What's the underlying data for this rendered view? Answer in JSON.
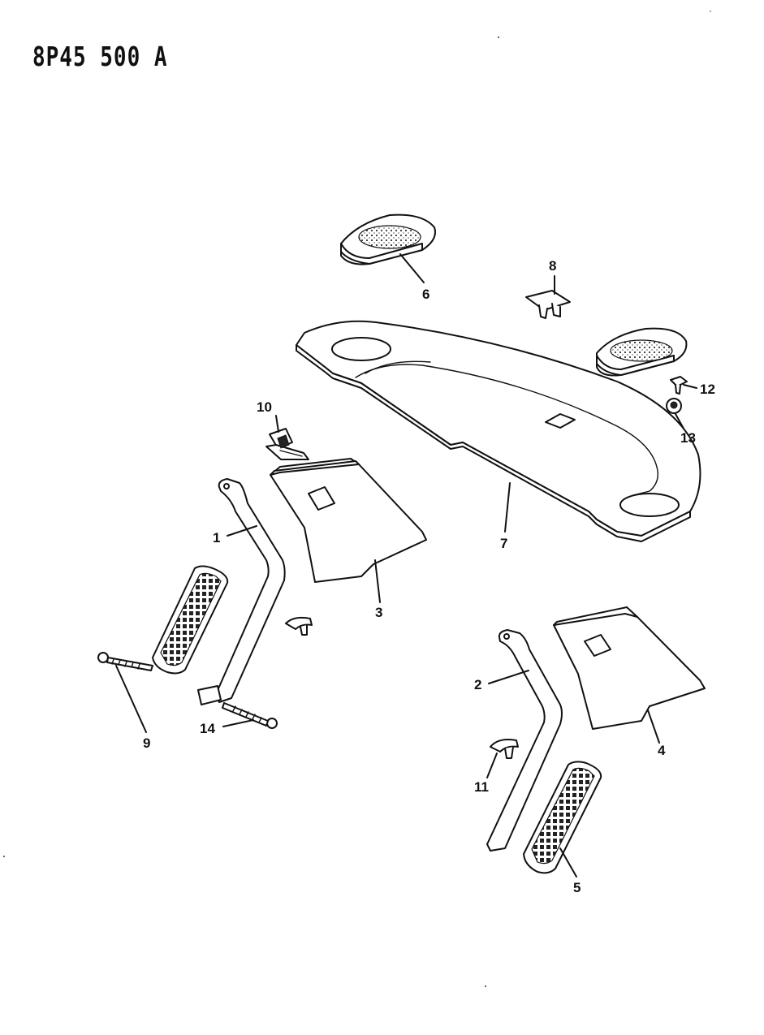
{
  "document": {
    "code": "8P45 500 A"
  },
  "callouts": [
    "1",
    "2",
    "3",
    "4",
    "5",
    "6",
    "7",
    "8",
    "9",
    "10",
    "11",
    "12",
    "13",
    "14"
  ]
}
